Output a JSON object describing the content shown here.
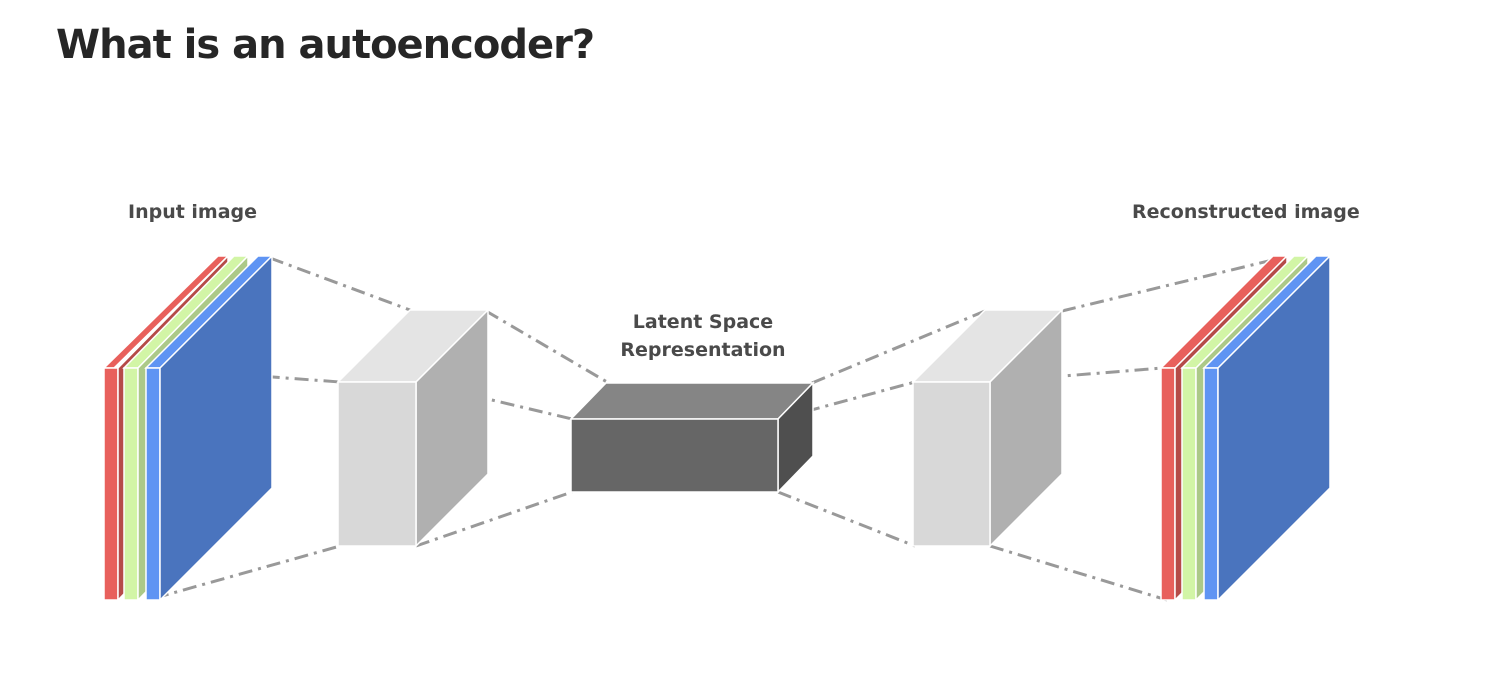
{
  "title": "What is an autoencoder?",
  "labels": {
    "input": "Input image",
    "latent_line1": "Latent Space",
    "latent_line2": "Representation",
    "output": "Reconstructed image"
  },
  "colors": {
    "channel_red": "#e8605c",
    "channel_green": "#d2f5a6",
    "channel_blue": "#4a74be",
    "hidden_layer_front": "#d8d8d8",
    "hidden_layer_side": "#b0b0b0",
    "hidden_layer_top": "#e4e4e4",
    "latent_front": "#666666",
    "latent_side": "#4f4f4f",
    "latent_top": "#858585",
    "connector_line": "#999999"
  }
}
